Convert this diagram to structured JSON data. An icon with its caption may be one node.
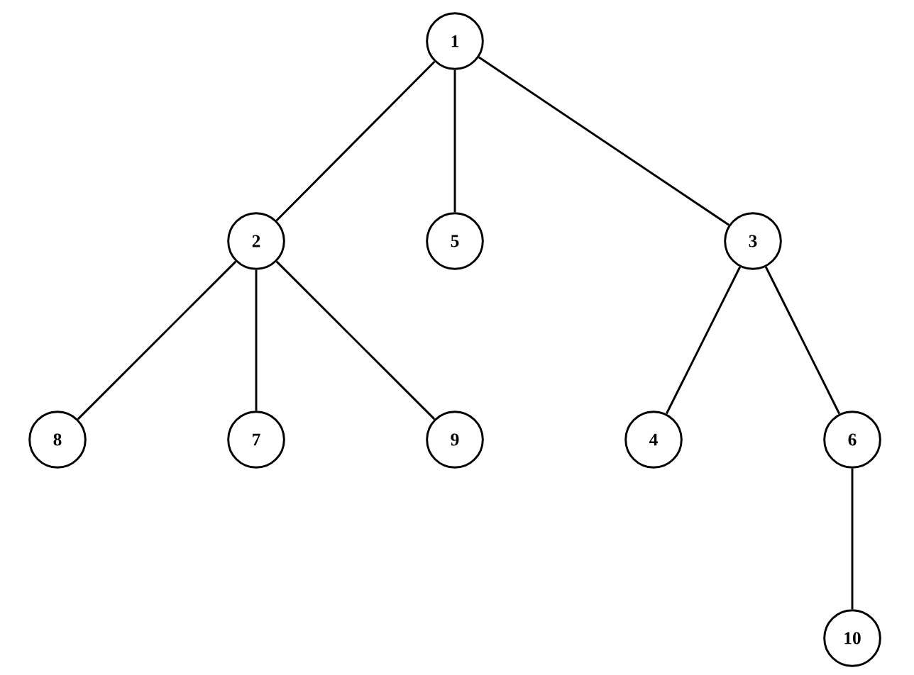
{
  "diagram": {
    "nodes": [
      {
        "text": [
          "1"
        ]
      },
      {
        "text": [
          "2"
        ]
      },
      {
        "text": [
          "5"
        ]
      },
      {
        "text": [
          "3"
        ]
      },
      {
        "text": [
          "8"
        ]
      },
      {
        "text": [
          "7"
        ]
      },
      {
        "text": [
          "9"
        ]
      },
      {
        "text": [
          "4"
        ]
      },
      {
        "text": [
          "6"
        ]
      },
      {
        "text": [
          "10"
        ]
      }
    ],
    "edges": [
      {
        "from": 0,
        "to": 1,
        "arrow": "none"
      },
      {
        "from": 0,
        "to": 2,
        "arrow": "none"
      },
      {
        "from": 0,
        "to": 3,
        "arrow": "none"
      },
      {
        "from": 1,
        "to": 4,
        "arrow": "none"
      },
      {
        "from": 1,
        "to": 5,
        "arrow": "none"
      },
      {
        "from": 1,
        "to": 6,
        "arrow": "none"
      },
      {
        "from": 3,
        "to": 7,
        "arrow": "none"
      },
      {
        "from": 3,
        "to": 8,
        "arrow": "none"
      },
      {
        "from": 8,
        "to": 9,
        "arrow": "none"
      }
    ]
  }
}
